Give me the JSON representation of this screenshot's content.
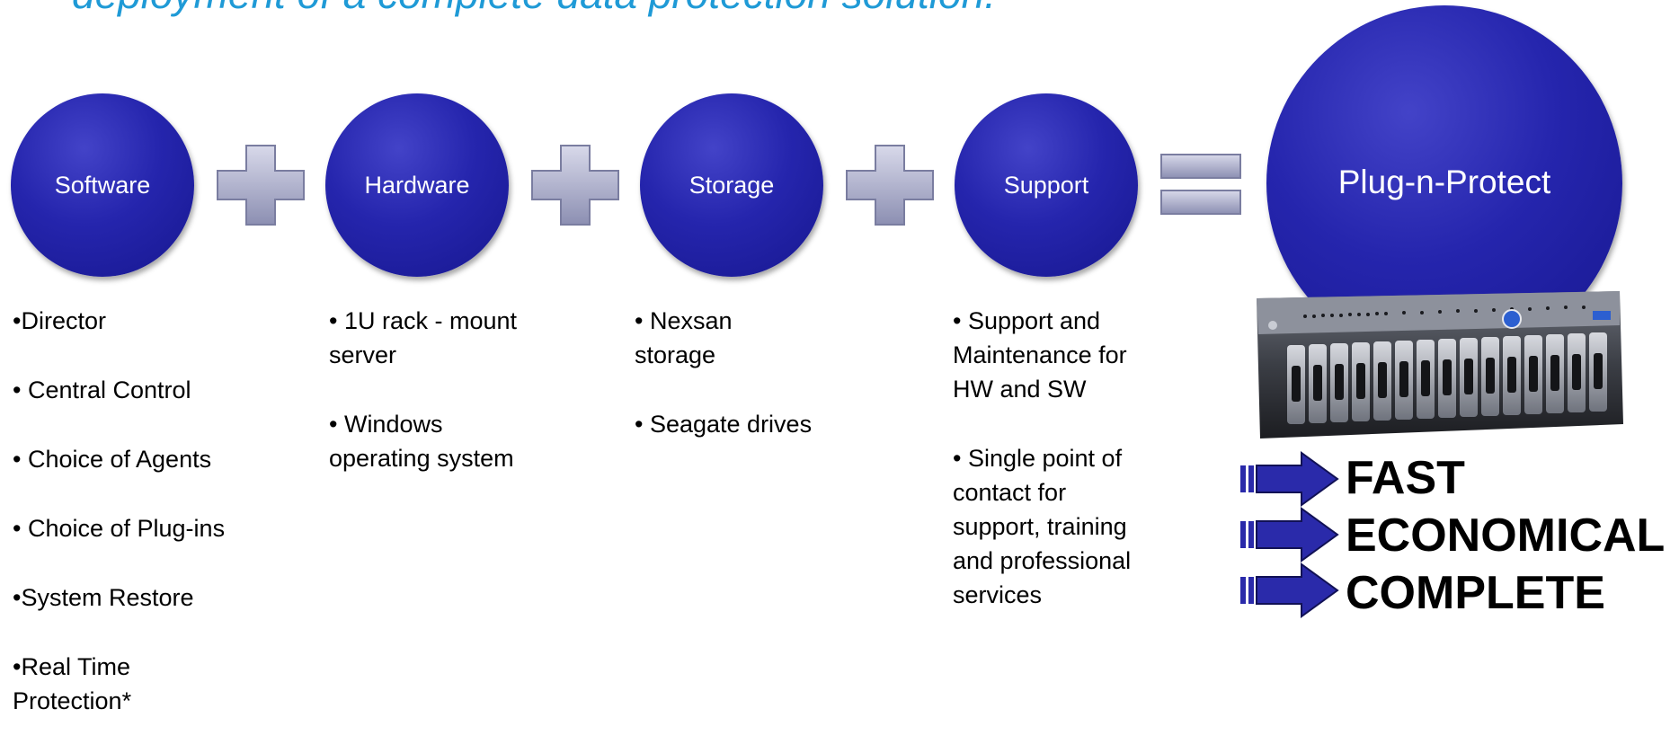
{
  "title": "deployment of a complete data protection solution.",
  "components": [
    {
      "label": "Software",
      "items": [
        "•Director",
        "• Central Control",
        "• Choice of Agents",
        "• Choice of Plug-ins",
        "•System Restore",
        "•Real Time Protection*"
      ]
    },
    {
      "label": "Hardware",
      "items": [
        "• 1U rack - mount server",
        "• Windows operating system"
      ]
    },
    {
      "label": "Storage",
      "items": [
        "• Nexsan storage",
        "• Seagate drives"
      ]
    },
    {
      "label": "Support",
      "items": [
        "• Support and Maintenance for HW and SW",
        "• Single point of contact for support, training and professional services"
      ]
    }
  ],
  "result": {
    "label": "Plug-n-Protect"
  },
  "outcomes": [
    "FAST",
    "ECONOMICAL",
    "COMPLETE"
  ],
  "colors": {
    "circle": "#2525ad",
    "title": "#1f9ad6",
    "operator": "#a9abc9",
    "arrow": "#2a2aaa"
  },
  "icons": {
    "plus": "plus-icon",
    "equals": "equals-icon",
    "arrow": "arrow-right-icon",
    "server": "rack-server-image"
  }
}
